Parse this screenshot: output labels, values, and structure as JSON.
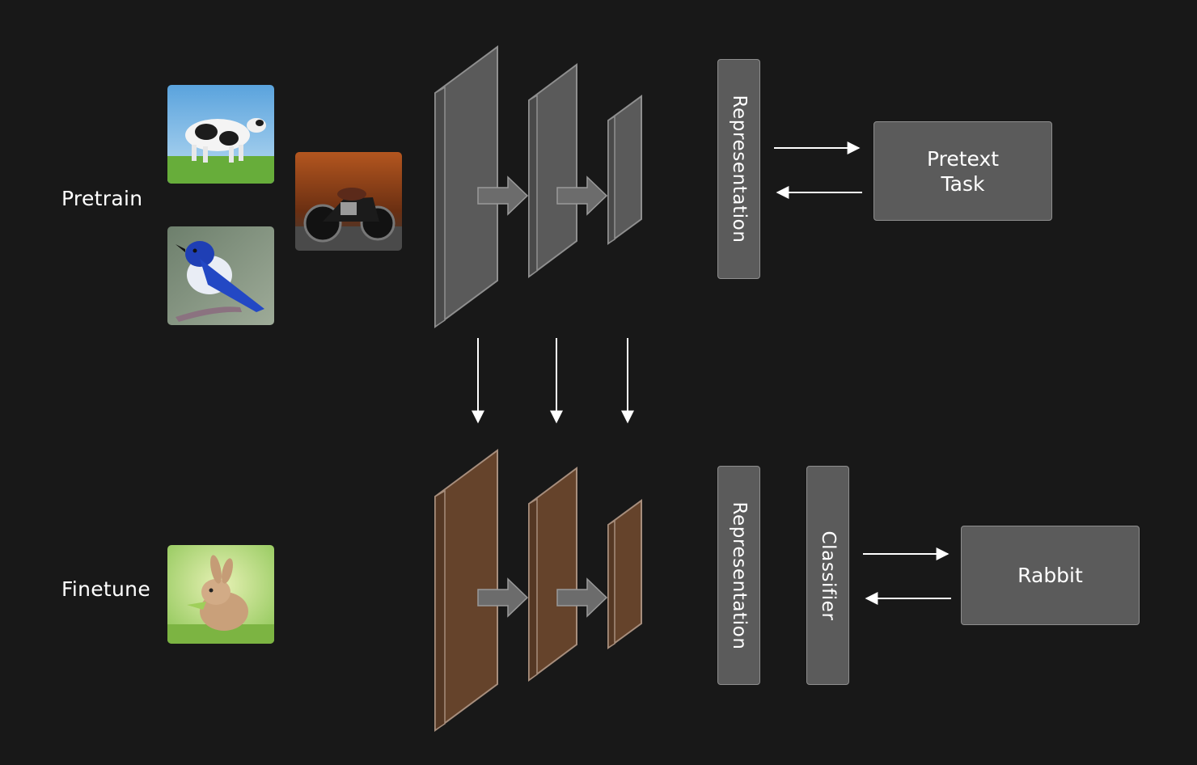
{
  "pretrain": {
    "label": "Pretrain",
    "images": [
      "cow-photo",
      "bird-photo",
      "motorcycle-photo"
    ],
    "representation_label": "Representation",
    "task_box": [
      "Pretext",
      "Task"
    ]
  },
  "finetune": {
    "label": "Finetune",
    "images": [
      "rabbit-photo"
    ],
    "representation_label": "Representation",
    "classifier_label": "Classifier",
    "output_box": "Rabbit"
  },
  "colors": {
    "background": "#181818",
    "pretrain_layer": "#5b5b5b",
    "finetune_layer": "#65432b",
    "box_fill": "#5b5b5b",
    "box_border": "#8e8e8e",
    "arrow": "#ffffff"
  }
}
